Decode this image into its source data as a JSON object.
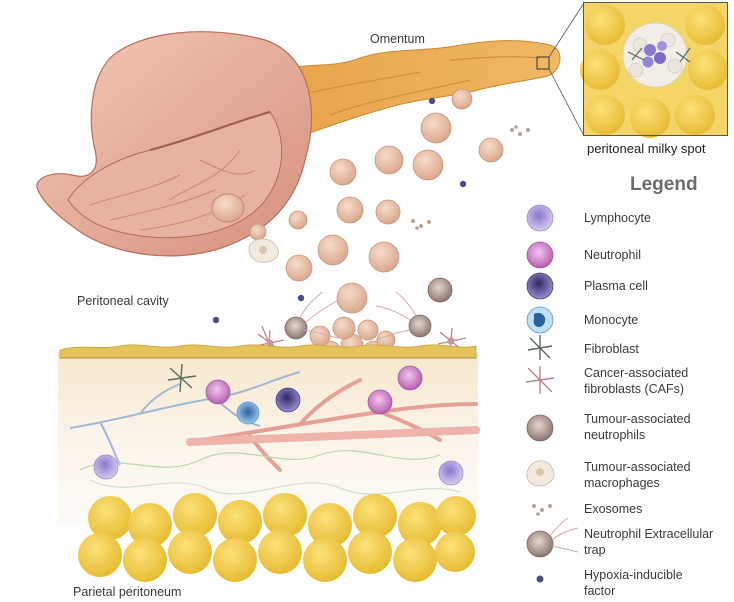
{
  "labels": {
    "omentum": "Omentum",
    "peritoneal_cavity": "Peritoneal cavity",
    "parietal_peritoneum": "Parietal peritoneum",
    "milky_spot": "peritoneal milky spot"
  },
  "legend": {
    "title": "Legend",
    "items": [
      {
        "label": "Lymphocyte",
        "icon": "lymphocyte-icon"
      },
      {
        "label": "Neutrophil",
        "icon": "neutrophil-icon"
      },
      {
        "label": "Plasma cell",
        "icon": "plasma-cell-icon"
      },
      {
        "label": "Monocyte",
        "icon": "monocyte-icon"
      },
      {
        "label": "Fibroblast",
        "icon": "fibroblast-icon"
      },
      {
        "label": "Cancer-associated fibroblasts (CAFs)",
        "icon": "caf-icon"
      },
      {
        "label": "Tumour-associated neutrophils",
        "icon": "tan-icon"
      },
      {
        "label": "Tumour-associated macrophages",
        "icon": "tam-icon"
      },
      {
        "label": "Exosomes",
        "icon": "exosome-icon"
      },
      {
        "label": "Neutrophil Extracellular trap",
        "icon": "net-icon"
      },
      {
        "label": "Hypoxia-inducible factor",
        "icon": "hif-icon"
      }
    ]
  },
  "colors": {
    "tumour_cell": "#e8c2a8",
    "lymphocyte": "#b7a6e0",
    "neutrophil": "#c77cc2",
    "plasma": "#5a4e96",
    "monocyte": "#6fb2df",
    "fat": "#f2cf4a",
    "vessel_red": "#e7a095",
    "vessel_blue": "#9fb7d8",
    "hif": "#4a4f8a"
  }
}
